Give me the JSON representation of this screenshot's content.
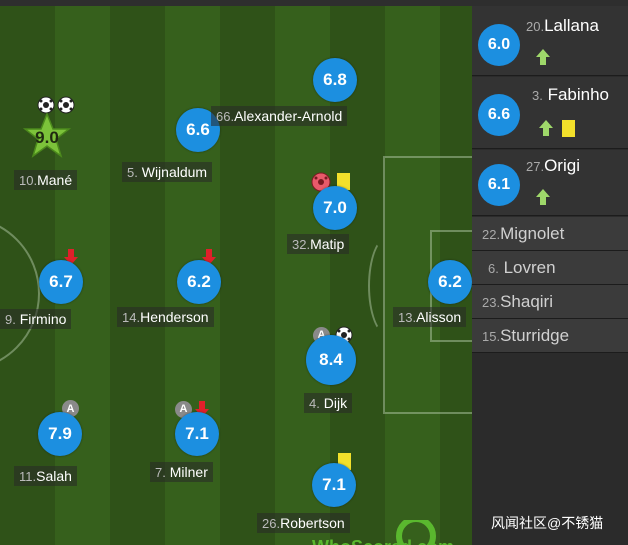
{
  "players": [
    {
      "rating": "9.0",
      "number": "10.",
      "name": "Mané",
      "star": true
    },
    {
      "rating": "6.6",
      "number": "5.",
      "name": "Wijnaldum"
    },
    {
      "rating": "6.8",
      "number": "66.",
      "name": "Alexander-Arnold"
    },
    {
      "rating": "7.0",
      "number": "32.",
      "name": "Matip"
    },
    {
      "rating": "6.7",
      "number": "9.",
      "name": "Firmino"
    },
    {
      "rating": "6.2",
      "number": "14.",
      "name": "Henderson"
    },
    {
      "rating": "6.2",
      "number": "13.",
      "name": "Alisson"
    },
    {
      "rating": "8.4",
      "number": "4.",
      "name": "Dijk"
    },
    {
      "rating": "7.9",
      "number": "11.",
      "name": "Salah"
    },
    {
      "rating": "7.1",
      "number": "7.",
      "name": "Milner"
    },
    {
      "rating": "7.1",
      "number": "26.",
      "name": "Robertson"
    }
  ],
  "subs_played": [
    {
      "rating": "6.0",
      "number": "20.",
      "name": "Lallana"
    },
    {
      "rating": "6.6",
      "number": "3.",
      "name": "Fabinho"
    },
    {
      "rating": "6.1",
      "number": "27.",
      "name": "Origi"
    }
  ],
  "bench": [
    {
      "number": "22.",
      "name": "Mignolet"
    },
    {
      "number": "6.",
      "name": "Lovren"
    },
    {
      "number": "23.",
      "name": "Shaqiri"
    },
    {
      "number": "15.",
      "name": "Sturridge"
    }
  ],
  "icons": {
    "captain": "A"
  },
  "watermark": "风闻社区@不锈猫",
  "brand": "WhoScored.com",
  "colors": {
    "rating": "#1c8fe0",
    "star": "#7cc23a",
    "yellow_card": "#f3e02b",
    "sub_arrow": "#9fd86a",
    "sub_off": "#e0202a"
  }
}
